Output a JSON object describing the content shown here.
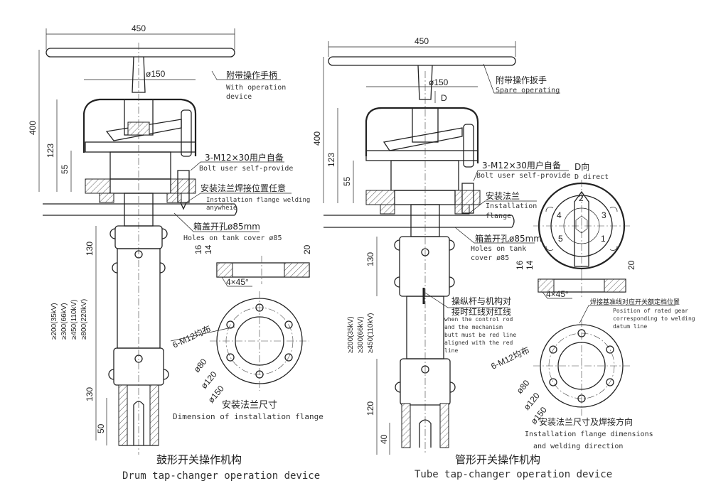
{
  "left": {
    "width_dim": "450",
    "cover_dim": "ø150",
    "height_dims": [
      "400",
      "123",
      "55"
    ],
    "shaft_dims": [
      "130",
      "130",
      "50"
    ],
    "length_reqs": [
      "≥200(35kV)",
      "≥300(66kV)",
      "≥450(110kV)",
      "≥800(220kV)"
    ],
    "handle_cn": "附带操作手柄",
    "handle_en": [
      "With operation",
      "device"
    ],
    "bolt_cn": "3-M12×30用户自备",
    "bolt_en": "Bolt user self-provide",
    "flange_cn": "安装法兰焊接位置任意",
    "flange_en": [
      "Installation flange welding",
      "anywheie"
    ],
    "hole_cn": "箱盖开孔ø85mm",
    "hole_en": "Holes on tank cover ø85",
    "flange_side_dims": [
      "16",
      "14",
      "20",
      "4×45°"
    ],
    "flange_top_dims": [
      "6-M12均布",
      "ø80",
      "ø120",
      "ø150"
    ],
    "flange_dim_cn": "安装法兰尺寸",
    "flange_dim_en": "Dimension of installation flange",
    "title_cn": "鼓形开关操作机构",
    "title_en": "Drum tap-changer operation device"
  },
  "right": {
    "width_dim": "450",
    "cover_dim": "ø150",
    "view_label": "D",
    "height_dims": [
      "400",
      "123",
      "55"
    ],
    "shaft_dims": [
      "130",
      "120",
      "40"
    ],
    "length_reqs": [
      "≥200(35kV)",
      "≥300(66kV)",
      "≥450(110kV)"
    ],
    "handle_cn": "附带操作扳手",
    "handle_en": "Spare operating",
    "bolt_cn": "3-M12×30用户自备",
    "bolt_en": "Bolt user self-provide",
    "flange_cn": "安装法兰",
    "flange_en": [
      "Installation",
      "flange"
    ],
    "hole_cn": "箱盖开孔ø85mm",
    "hole_en": [
      "Holes on tank",
      "cover ø85"
    ],
    "redline_cn": [
      "操纵杆与机构对",
      "接时红线对红线"
    ],
    "redline_en": [
      "when the control rod",
      "and the mechanism",
      "butt must be red line",
      "aligned with the red",
      "line"
    ],
    "d_view_cn": "D向",
    "d_view_en": "D direct",
    "gear_marks": [
      "2",
      "4",
      "3",
      "5",
      "1"
    ],
    "flange_side_dims": [
      "16",
      "14",
      "20",
      "4×45°"
    ],
    "weld_cn": "焊接基准线对应开关额定档位置",
    "weld_en": [
      "Position of rated gear",
      "corresponding to welding",
      "datum line"
    ],
    "flange_top_dims": [
      "6-M12均布",
      "ø80",
      "ø120",
      "ø150"
    ],
    "flange_dim_cn": "安装法兰尺寸及焊接方向",
    "flange_dim_en": [
      "Installation flange dimensions",
      "and welding direction"
    ],
    "title_cn": "管形开关操作机构",
    "title_en": "Tube tap-changer operation device"
  }
}
